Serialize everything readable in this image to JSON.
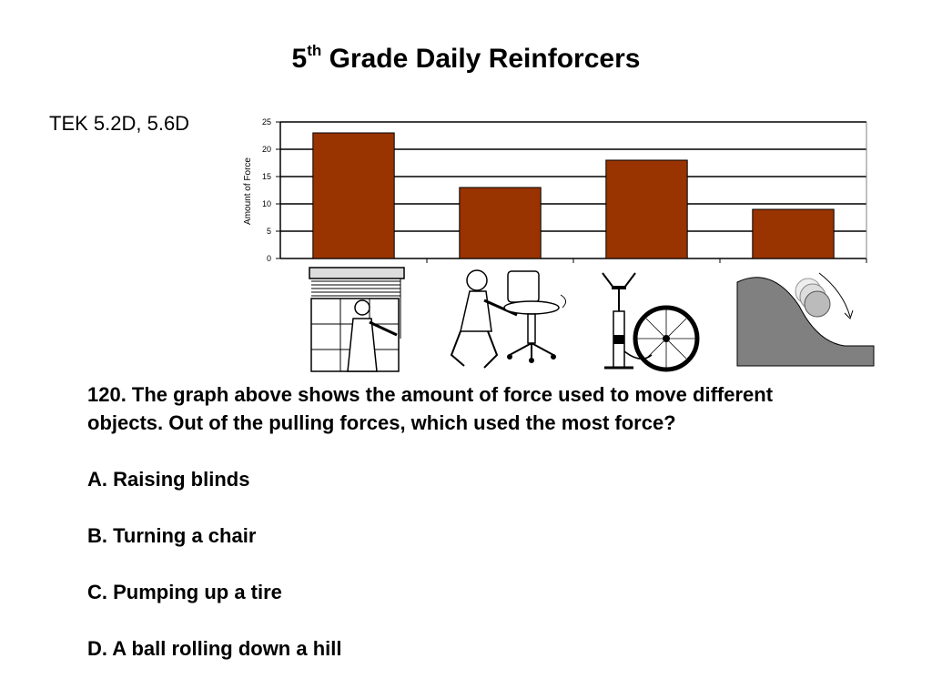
{
  "header": {
    "title_number": "5",
    "title_sup": "th",
    "title_rest": " Grade Daily Reinforcers",
    "tek": "TEK 5.2D, 5.6D"
  },
  "chart_data": {
    "type": "bar",
    "categories": [
      "Raising blinds",
      "Turning a chair",
      "Pumping up a tire",
      "A ball rolling down a hill"
    ],
    "values": [
      23,
      13,
      18,
      9
    ],
    "ylabel": "Amount of Force",
    "yticks": [
      "0",
      "5",
      "10",
      "15",
      "20",
      "25"
    ],
    "ylim": [
      0,
      25
    ],
    "grid": true,
    "bar_color": "#993300"
  },
  "pictures": [
    {
      "icon": "blinds-icon"
    },
    {
      "icon": "chair-icon"
    },
    {
      "icon": "tire-pump-icon"
    },
    {
      "icon": "ball-hill-icon"
    }
  ],
  "question": {
    "text": "120. The graph above shows the amount of force used to move different objects. Out of the pulling forces, which used the most force?",
    "options": [
      "A. Raising blinds",
      "B. Turning a chair",
      "C. Pumping up a tire",
      "D. A ball rolling down a hill"
    ]
  }
}
